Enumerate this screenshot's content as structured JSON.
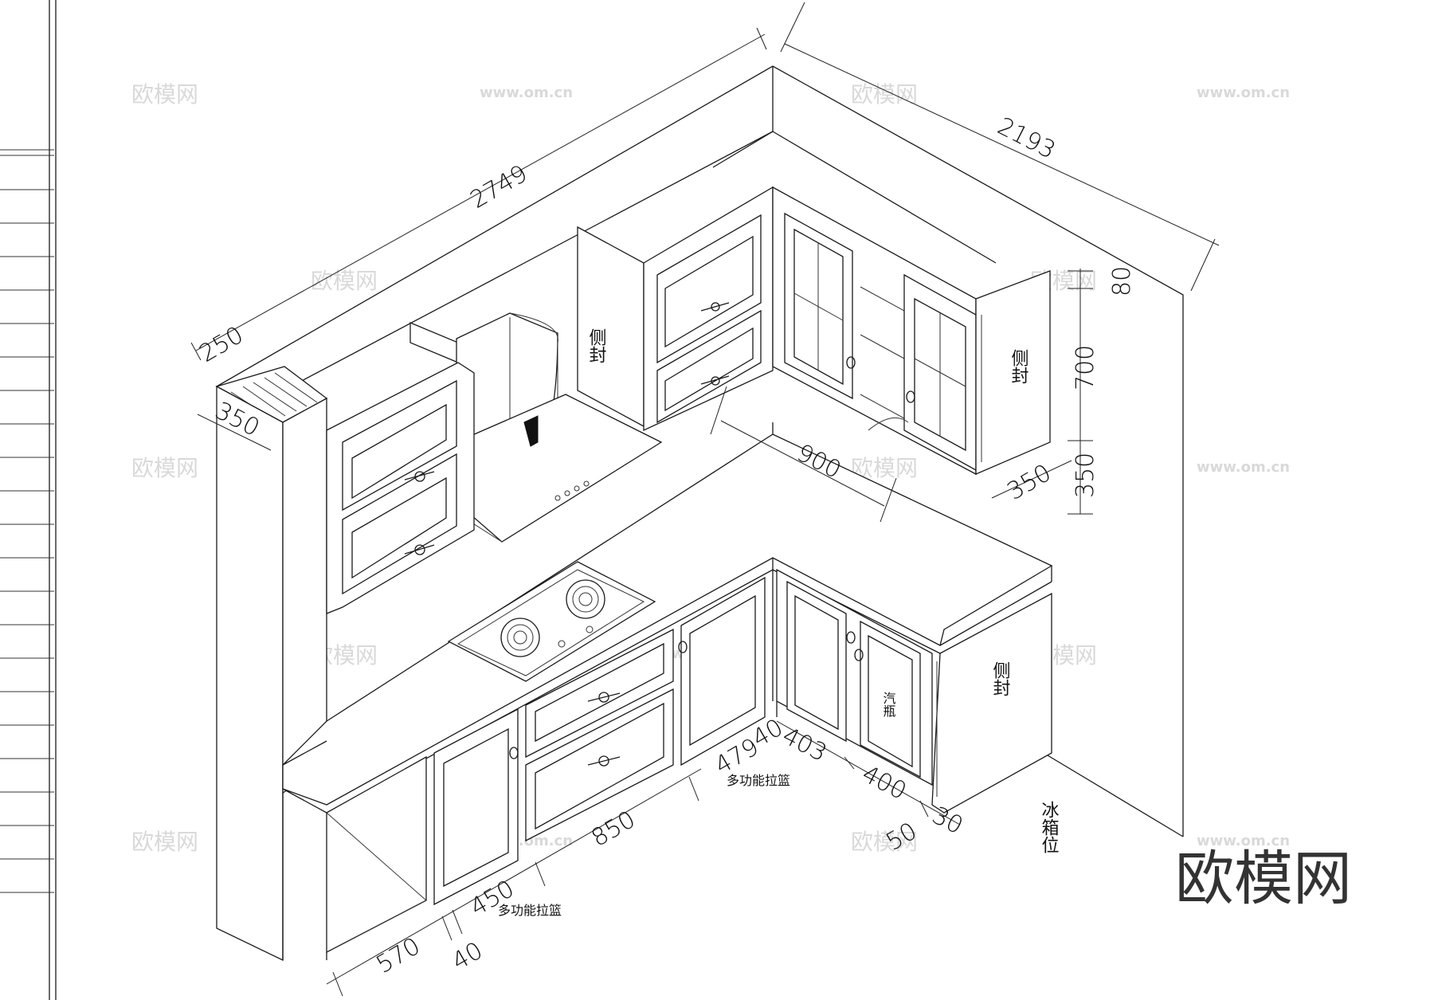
{
  "dimensions": {
    "width_long": "2749",
    "width_right": "2193",
    "wall_depth": "250",
    "tall_depth": "350",
    "upper_depth": "900",
    "right_depth": "350",
    "top_gap": "80",
    "upper_height": "700",
    "bottom_gap": "350",
    "seg_570": "570",
    "seg_40": "40",
    "seg_450": "450",
    "seg_850": "850",
    "seg_479": "479",
    "seg_40b": "40",
    "seg_403": "403",
    "seg_400": "400",
    "seg_50": "50",
    "seg_30": "30"
  },
  "labels": {
    "side_panel": "侧封",
    "gas_bottle": "汽瓶",
    "basket": "多功能拉篮",
    "fridge": "冰箱位"
  },
  "watermark": {
    "brand": "欧模网",
    "url": "www.om.cn"
  },
  "colors": {
    "line": "#1a1a1a",
    "watermark": "#d9d9d9"
  }
}
